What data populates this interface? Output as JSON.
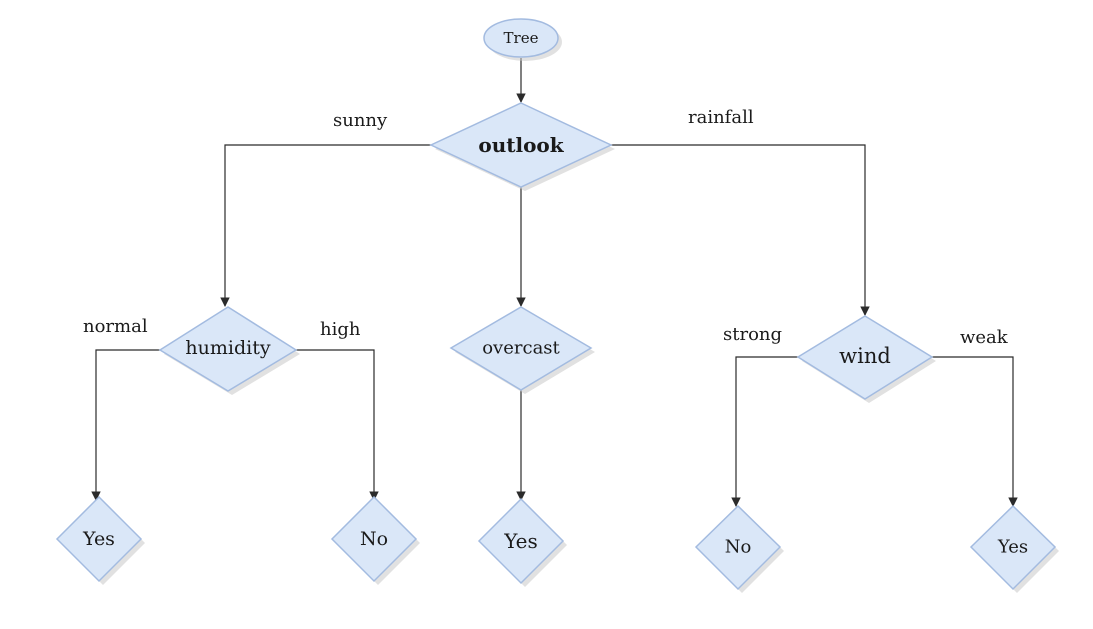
{
  "diagram": {
    "root_label": "Tree",
    "nodes": {
      "outlook": "outlook",
      "humidity": "humidity",
      "overcast": "overcast",
      "wind": "wind",
      "leaf_normal": "Yes",
      "leaf_high": "No",
      "leaf_overcast": "Yes",
      "leaf_strong": "No",
      "leaf_weak": "Yes"
    },
    "edges": {
      "sunny": "sunny",
      "rainfall": "rainfall",
      "normal": "normal",
      "high": "high",
      "strong": "strong",
      "weak": "weak"
    },
    "colors": {
      "node_fill": "#dae7f8",
      "node_border": "#a3bbe0",
      "line": "#2b2b2b"
    }
  }
}
